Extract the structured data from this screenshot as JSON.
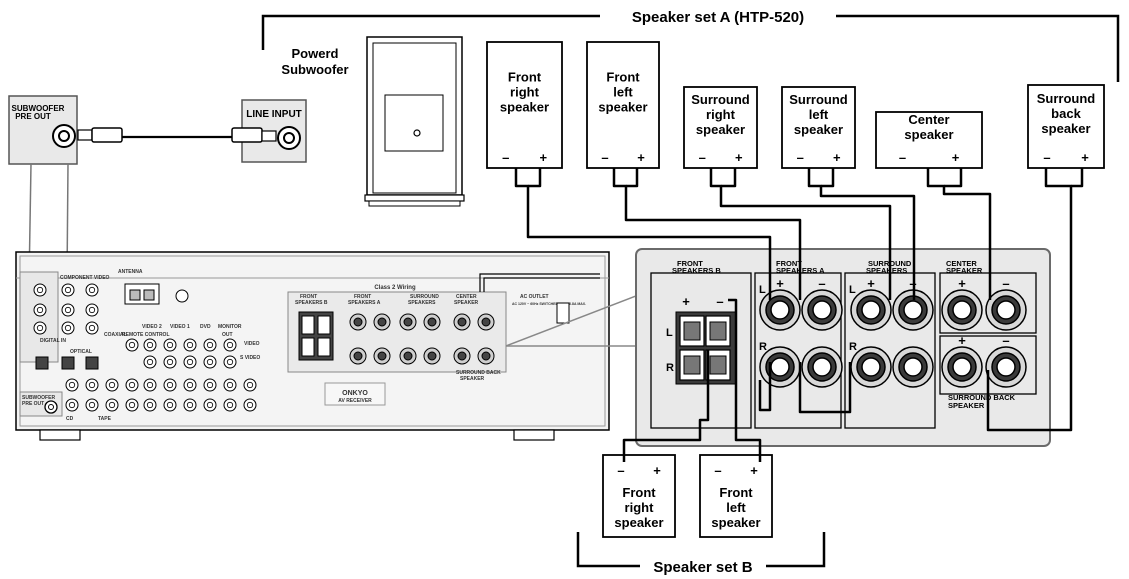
{
  "set_a": {
    "title": "Speaker set A (HTP-520)",
    "speakers": [
      {
        "id": "front-right-speaker",
        "lines": [
          "Front",
          "right",
          "speaker"
        ]
      },
      {
        "id": "front-left-speaker",
        "lines": [
          "Front",
          "left",
          "speaker"
        ]
      },
      {
        "id": "surround-right-speaker",
        "lines": [
          "Surround",
          "right",
          "speaker"
        ]
      },
      {
        "id": "surround-left-speaker",
        "lines": [
          "Surround",
          "left",
          "speaker"
        ]
      },
      {
        "id": "center-speaker",
        "lines": [
          "Center",
          "speaker"
        ]
      },
      {
        "id": "surround-back-speaker",
        "lines": [
          "Surround",
          "back",
          "speaker"
        ]
      }
    ]
  },
  "set_b": {
    "title": "Speaker set B",
    "speakers": [
      {
        "id": "front-right-speaker-b",
        "lines": [
          "Front",
          "right",
          "speaker"
        ]
      },
      {
        "id": "front-left-speaker-b",
        "lines": [
          "Front",
          "left",
          "speaker"
        ]
      }
    ]
  },
  "subwoofer": {
    "label_line1": "Powerd",
    "label_line2": "Subwoofer",
    "line_input": "LINE INPUT"
  },
  "subwoofer_pre_out": {
    "line1": "SUBWOOFER",
    "line2": "PRE OUT"
  },
  "terminal_symbols": {
    "minus": "–",
    "plus": "+"
  },
  "channel_labels": {
    "left": "L",
    "right": "R"
  },
  "terminal_panel": {
    "front_b": [
      "FRONT",
      "SPEAKERS B"
    ],
    "front_a": [
      "FRONT",
      "SPEAKERS A"
    ],
    "surround": [
      "SURROUND",
      "SPEAKERS"
    ],
    "center": [
      "CENTER",
      "SPEAKER"
    ],
    "surround_back": [
      "SURROUND BACK",
      "SPEAKER"
    ]
  },
  "receiver": {
    "brand": "ONKYO",
    "model": "AV RECEIVER",
    "class2": "Class 2 Wiring",
    "ac_outlet": "AC OUTLET",
    "ac_detail": "AC 120V ~ 60Hz SWITCHED 100W 0.8A MAX.",
    "antenna": "ANTENNA",
    "component_video": "COMPONENT VIDEO",
    "digital_in": "DIGITAL IN",
    "optical": "OPTICAL",
    "coaxial": "COAXIAL",
    "video2": "VIDEO 2",
    "video1": "VIDEO 1",
    "dvd": "DVD",
    "monitor": "MONITOR",
    "out": "OUT",
    "video": "VIDEO",
    "s_video": "S VIDEO",
    "cd": "CD",
    "tape": "TAPE",
    "remote_control": "REMOTE CONTROL",
    "front_b": [
      "FRONT",
      "SPEAKERS B"
    ],
    "front_a": [
      "FRONT",
      "SPEAKERS A"
    ],
    "surround": [
      "SURROUND",
      "SPEAKERS"
    ],
    "center": [
      "CENTER",
      "SPEAKER"
    ],
    "surround_back": [
      "SURROUND BACK",
      "SPEAKER"
    ],
    "sub_pre_out": [
      "SUBWOOFER",
      "PRE OUT"
    ]
  },
  "colors": {
    "line": "#000000",
    "panel_bg": "#e9e9e9",
    "panel_border": "#6a6a6a",
    "receiver_bg": "#f2f2f2",
    "terminal_dark": "#3a3a3a"
  }
}
